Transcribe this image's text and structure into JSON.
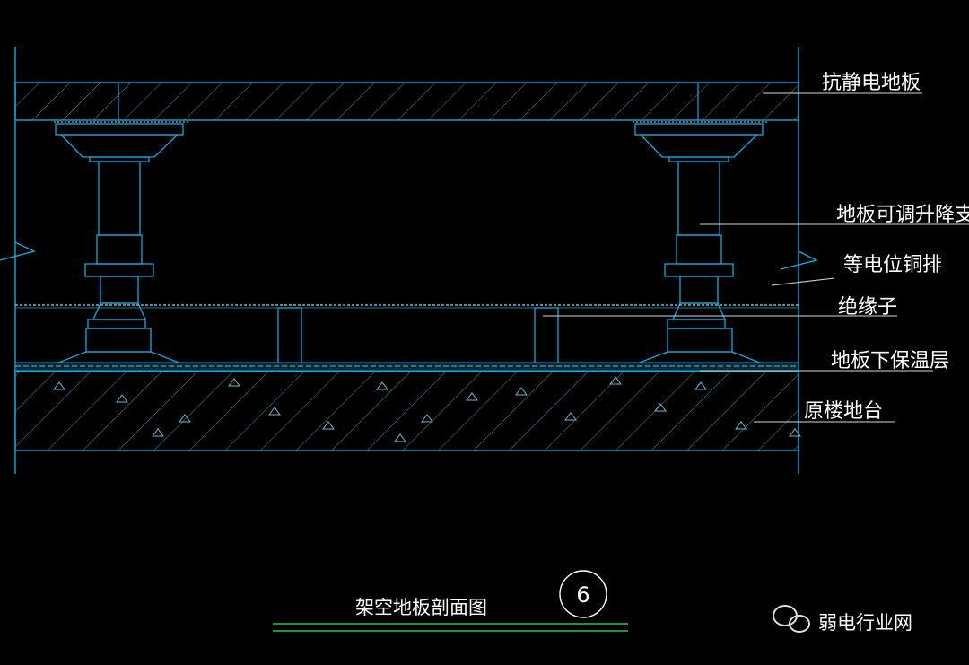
{
  "labels": {
    "antistatic_floor": "抗静电地板",
    "adjustable_support": "地板可调升降支架",
    "equipotential_bar": "等电位铜排",
    "insulator": "绝缘子",
    "insulation_layer": "地板下保温层",
    "original_slab": "原楼地台"
  },
  "title": "架空地板剖面图",
  "detail_number": "6",
  "watermark": "弱电行业网",
  "colors": {
    "line": "#19a6d6",
    "text": "#ffffff",
    "title_underline": "#2fc33a",
    "background": "#000000"
  }
}
